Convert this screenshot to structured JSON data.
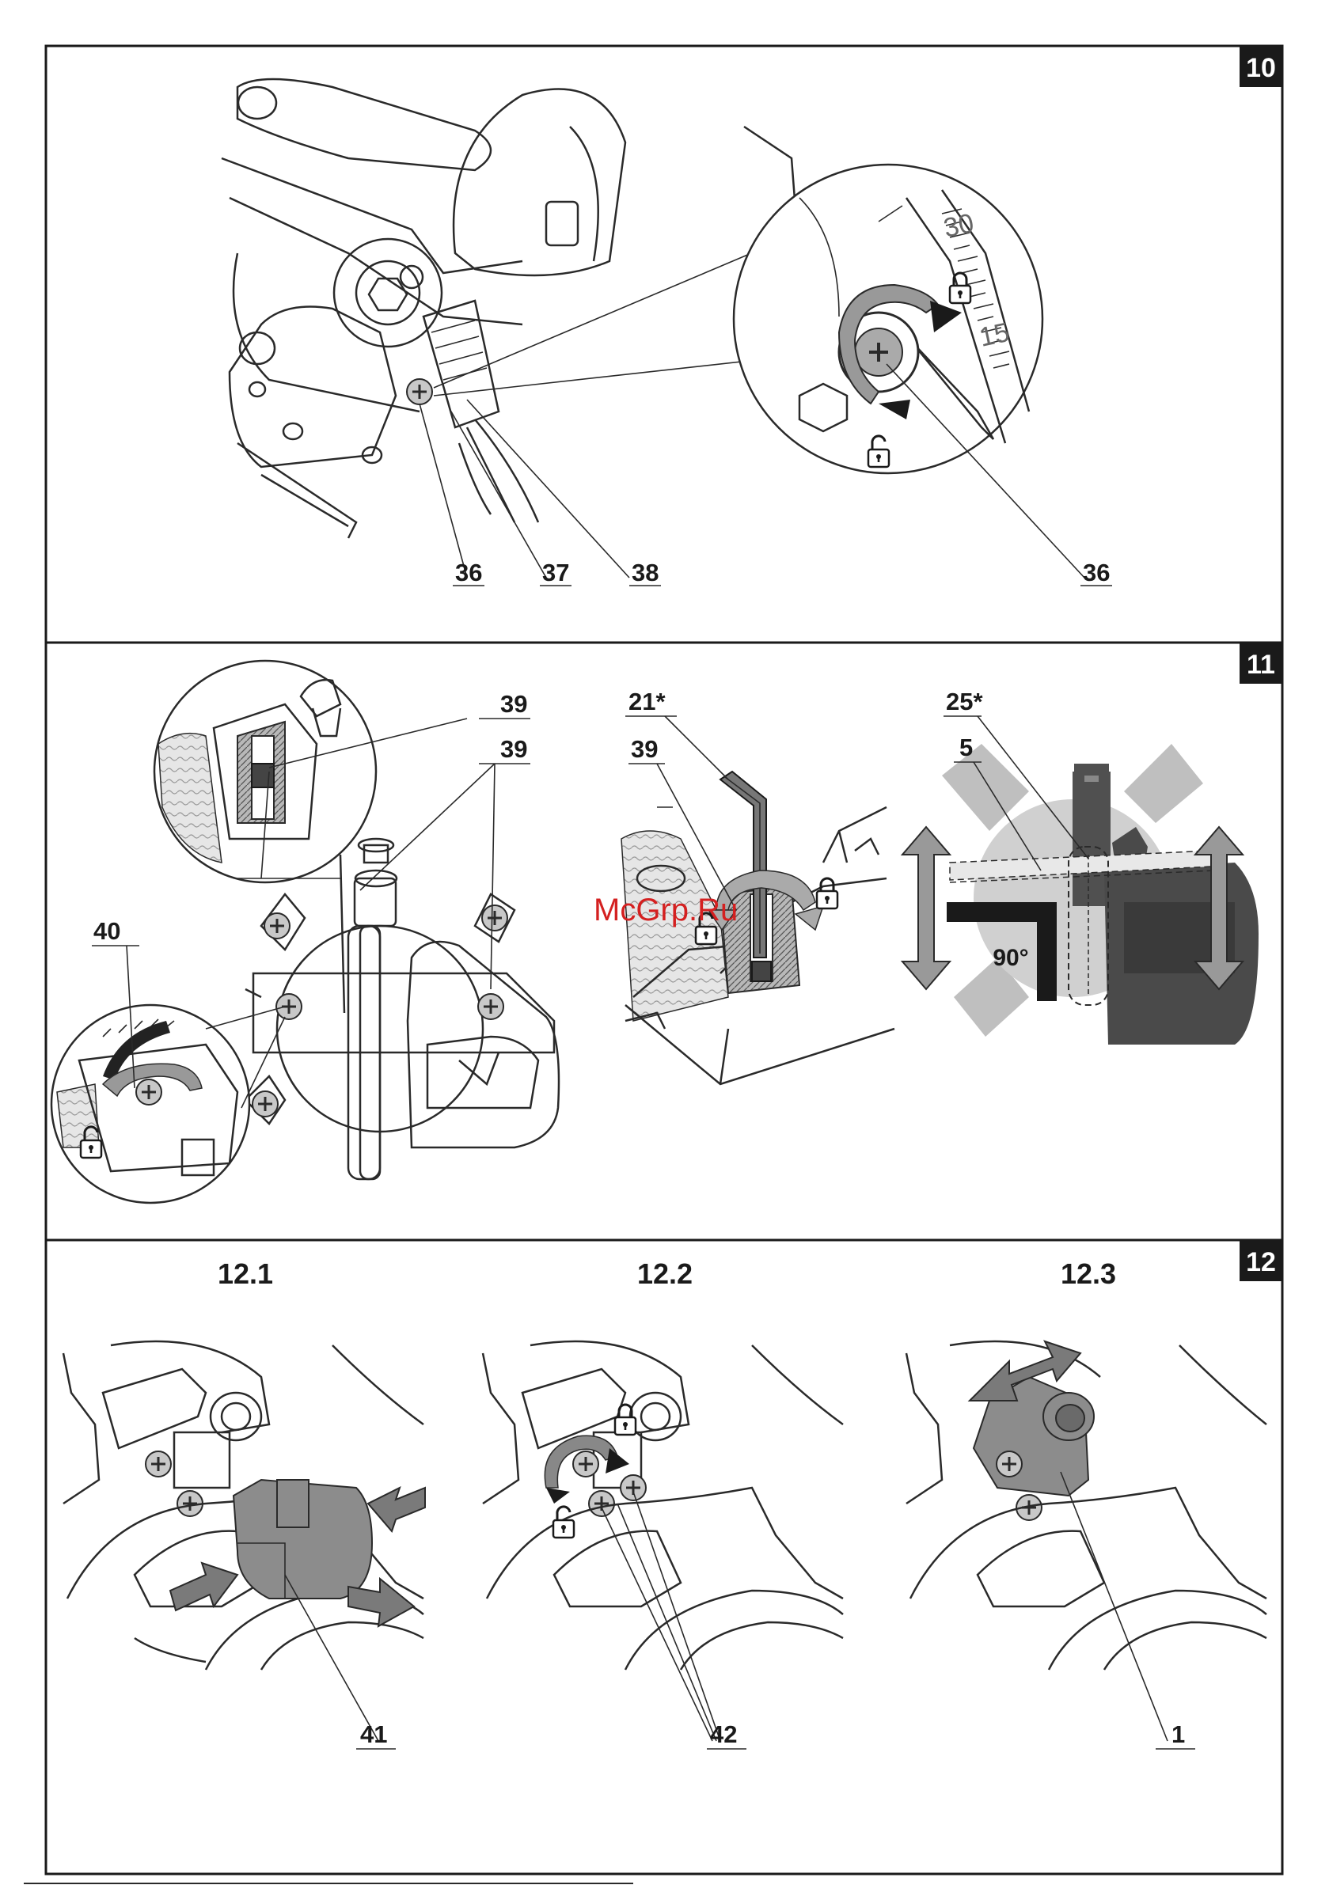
{
  "panels": {
    "p10": {
      "badge": "10",
      "callouts": [
        "36",
        "37",
        "38"
      ],
      "detail_callout": "36",
      "scale_labels": [
        "30",
        "15"
      ]
    },
    "p11": {
      "badge": "11",
      "callouts_left": [
        "39",
        "39",
        "40"
      ],
      "callouts_mid": [
        "21*",
        "39"
      ],
      "callouts_right": [
        "25*",
        "5"
      ],
      "angle_label": "90°"
    },
    "p12": {
      "badge": "12",
      "subs": [
        "12.1",
        "12.2",
        "12.3"
      ],
      "callouts": [
        "41",
        "42",
        "1"
      ]
    }
  },
  "watermark": "McGrp.Ru",
  "icons": [
    "lock-icon",
    "unlock-icon",
    "rotation-arrow-icon",
    "direction-arrow-icon"
  ],
  "colors": {
    "line": "#2a2a2a",
    "light_gray": "#c8c8c8",
    "mid_gray": "#8c8c8c",
    "dark_gray": "#4a4a4a",
    "watermark": "#d42020"
  }
}
